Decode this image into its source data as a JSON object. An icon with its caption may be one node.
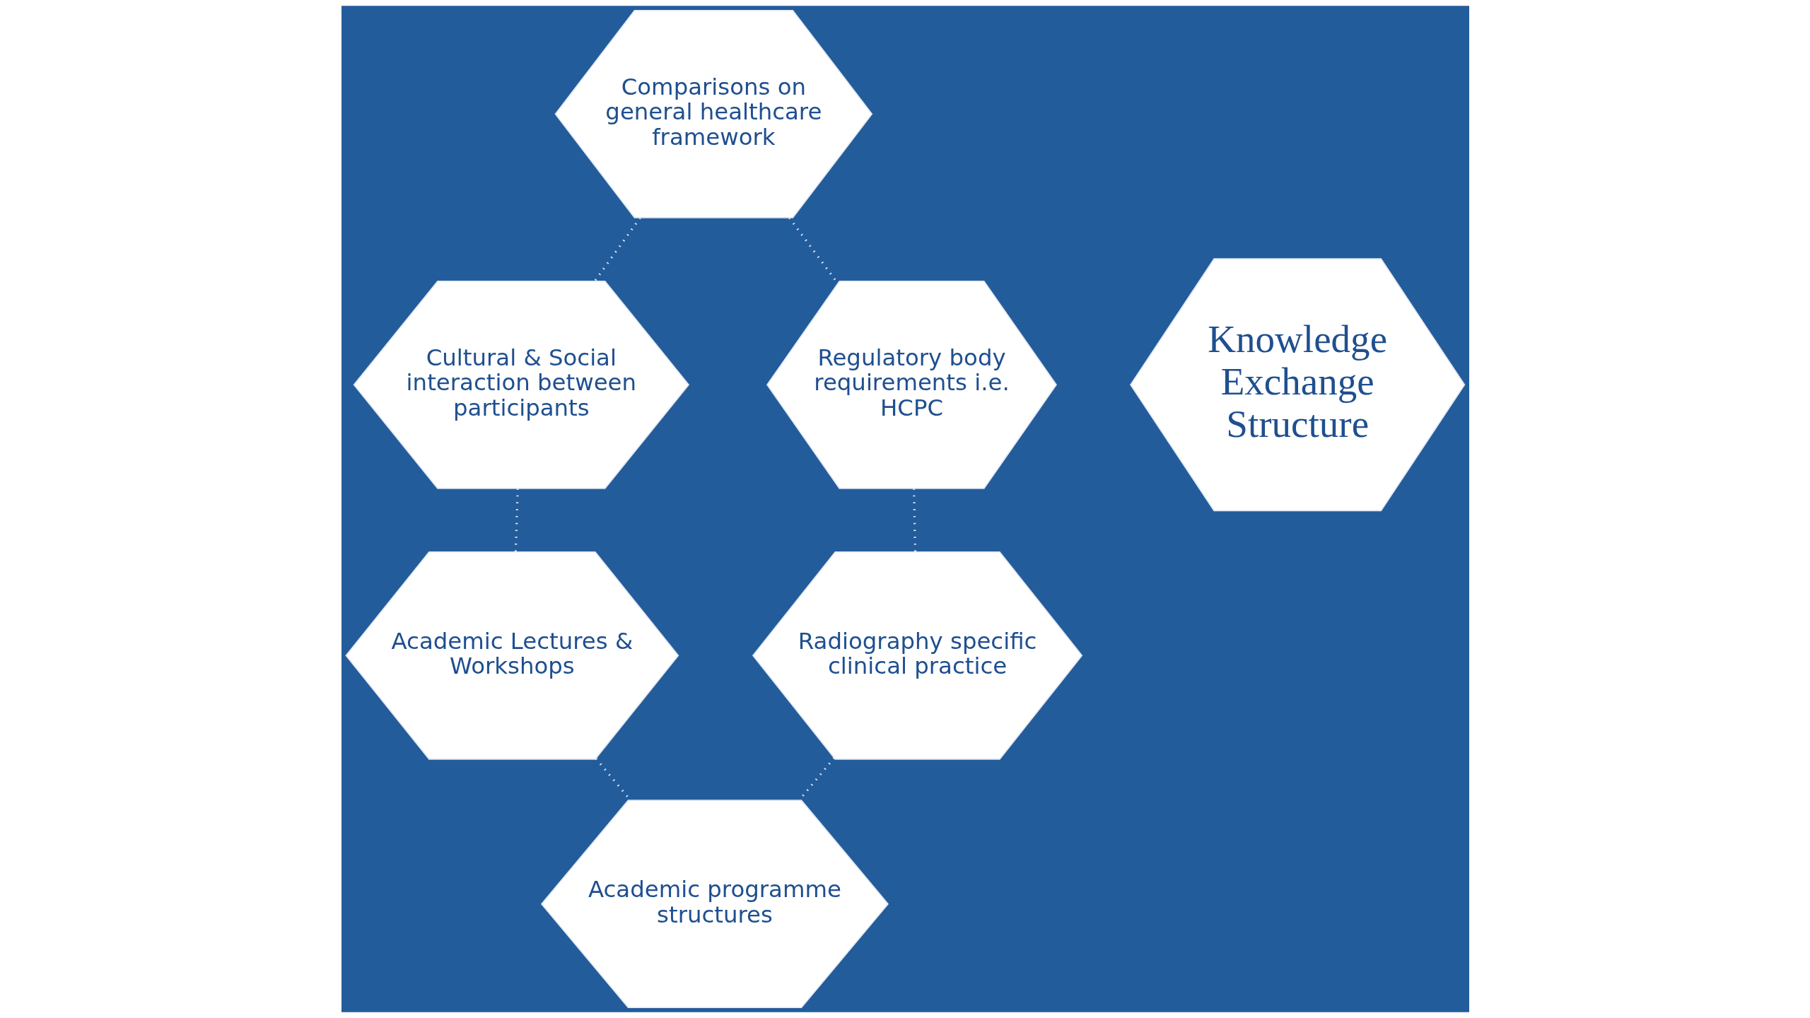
{
  "diagram": {
    "nodes": [
      {
        "text": [
          "Knowledge Exchange Structure"
        ]
      },
      {
        "text": [
          "Comparisons on general healthcare framework"
        ]
      },
      {
        "text": [
          "Cultural & Social interaction between participants"
        ]
      },
      {
        "text": [
          "Regulatory body requirements i.e. HCPC"
        ]
      },
      {
        "text": [
          "Academic Lectures & Workshops"
        ]
      },
      {
        "text": [
          "Radiography specific clinical practice"
        ]
      },
      {
        "text": [
          "Academic programme structures"
        ]
      }
    ],
    "edges": [
      {
        "from": 1,
        "to": 2,
        "arrow": "none",
        "style": "dashed"
      },
      {
        "from": 1,
        "to": 3,
        "arrow": "none",
        "style": "dashed"
      },
      {
        "from": 2,
        "to": 4,
        "arrow": "none",
        "style": "dashed"
      },
      {
        "from": 3,
        "to": 5,
        "arrow": "none",
        "style": "dashed"
      },
      {
        "from": 4,
        "to": 6,
        "arrow": "none",
        "style": "dashed"
      },
      {
        "from": 5,
        "to": 6,
        "arrow": "none",
        "style": "dashed"
      }
    ]
  }
}
